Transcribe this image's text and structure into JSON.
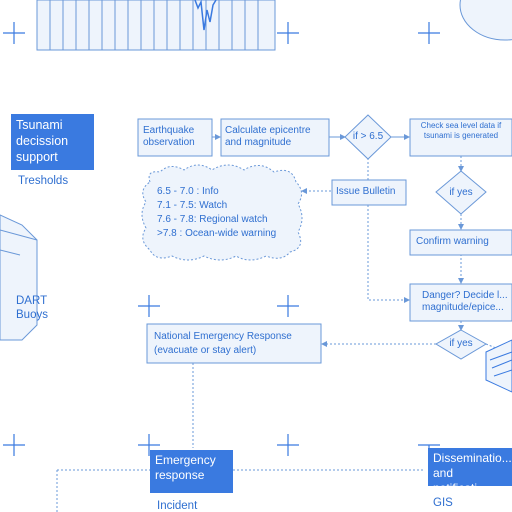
{
  "colors": {
    "accent": "#3a7ae0",
    "line": "#6a98d8",
    "fill": "#eef4fc",
    "text": "#2f6fd0"
  },
  "sidebar_title": "Tsunami decission support",
  "tresholds_label": "Tresholds",
  "dart_label": "DART Buoys",
  "nodes": {
    "earthquake": "Earthquake observation",
    "epicentre": "Calculate epicentre and magnitude",
    "if_65": "if > 6.5",
    "check_sea": "Check sea level data if tsunami is generated",
    "issue_bulletin": "Issue Bulletin",
    "if_yes_1": "if yes",
    "confirm_warning": "Confirm warning",
    "danger": "Danger? Decide l... magnitude/epice...",
    "if_yes_2": "if yes",
    "national_title": "National Emergency Response",
    "national_sub": "(evacuate or stay alert)",
    "emergency_response": "Emergency response",
    "dissemination": "Disseminatio... and notificati...",
    "incident": "Incident",
    "gis": "GIS"
  },
  "thresholds": [
    "6.5 - 7.0 : Info",
    "7.1 - 7.5: Watch",
    "7.6 - 7.8: Regional watch",
    ">7.8 : Ocean-wide warning"
  ]
}
